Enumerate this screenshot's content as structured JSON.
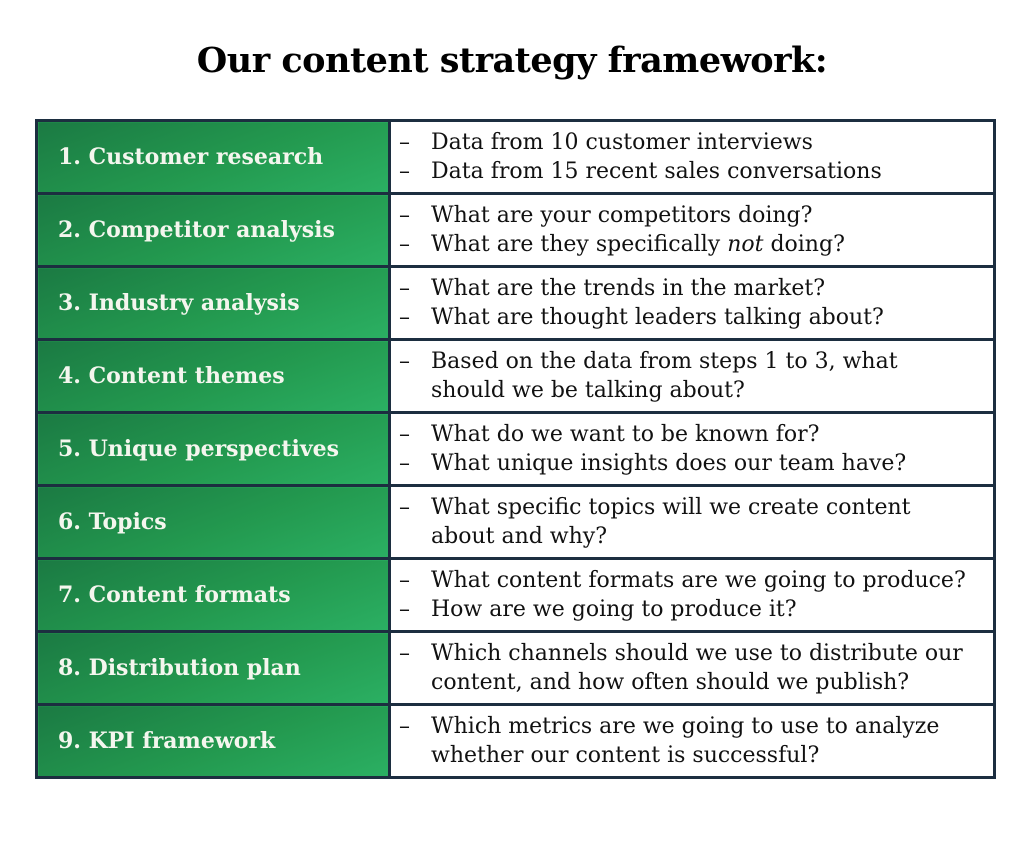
{
  "title": "Our content strategy framework:",
  "rows": [
    {
      "label": "1. Customer research",
      "lines": [
        {
          "text": "Data from 10 customer interviews",
          "bullet": true
        },
        {
          "text": "Data from 15 recent sales conversations",
          "bullet": true
        }
      ]
    },
    {
      "label": "2. Competitor analysis",
      "lines": [
        {
          "text": "What are your competitors doing?",
          "bullet": true
        },
        {
          "pre": "What are they specifically ",
          "em": "not",
          "post": " doing?",
          "bullet": true
        }
      ]
    },
    {
      "label": "3. Industry analysis",
      "lines": [
        {
          "text": "What are the trends in the market?",
          "bullet": true
        },
        {
          "text": "What are thought leaders talking about?",
          "bullet": true
        }
      ]
    },
    {
      "label": "4. Content themes",
      "lines": [
        {
          "text": "Based on the data from steps 1 to 3, what",
          "bullet": true
        },
        {
          "text": "should we be talking about?",
          "bullet": false
        }
      ]
    },
    {
      "label": "5. Unique perspectives",
      "lines": [
        {
          "text": "What do we want to be known for?",
          "bullet": true
        },
        {
          "text": "What unique insights does our team have?",
          "bullet": true
        }
      ]
    },
    {
      "label": "6. Topics",
      "lines": [
        {
          "text": "What specific topics will we create content",
          "bullet": true
        },
        {
          "text": "about and why?",
          "bullet": false
        }
      ]
    },
    {
      "label": "7. Content formats",
      "lines": [
        {
          "text": "What content formats are we going to produce?",
          "bullet": true
        },
        {
          "text": "How are we going to produce it?",
          "bullet": true
        }
      ]
    },
    {
      "label": "8. Distribution plan",
      "lines": [
        {
          "text": "Which channels should we use to distribute our",
          "bullet": true
        },
        {
          "text": "content, and how often should we publish?",
          "bullet": false
        }
      ]
    },
    {
      "label": "9. KPI framework",
      "lines": [
        {
          "text": "Which metrics are we going to use to analyze",
          "bullet": true
        },
        {
          "text": "whether our content is successful?",
          "bullet": false
        }
      ]
    }
  ],
  "bullet_char": "–"
}
